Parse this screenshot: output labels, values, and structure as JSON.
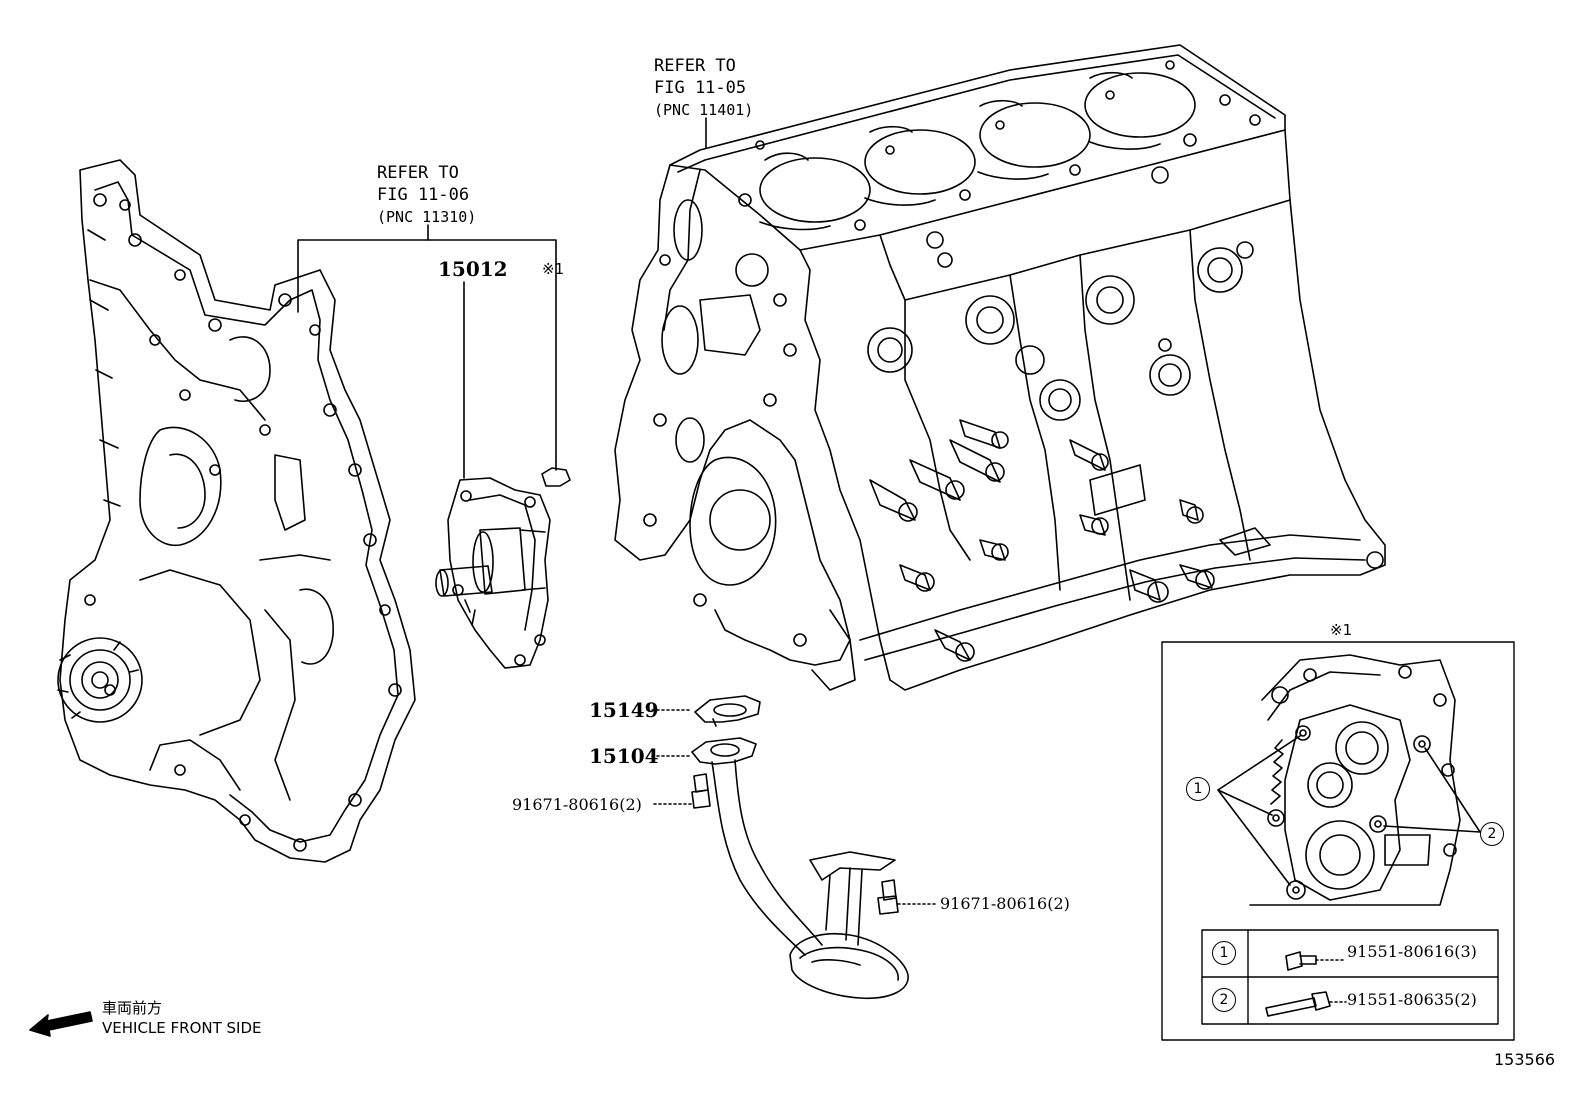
{
  "refs": {
    "fig_11_05": {
      "line1": "REFER TO",
      "line2": "FIG 11-05",
      "line3": "(PNC 11401)"
    },
    "fig_11_06": {
      "line1": "REFER TO",
      "line2": "FIG 11-06",
      "line3": "(PNC 11310)"
    }
  },
  "parts": {
    "water_pump": "15012",
    "asterisk_marker": "※1",
    "strainer_gasket": "15149",
    "oil_strainer": "15104",
    "bolt_left": "91671-80616(2)",
    "bolt_right": "91671-80616(2)"
  },
  "detail": {
    "title": "※1",
    "callout_1": "1",
    "callout_2": "2",
    "table": [
      {
        "num": "1",
        "part": "91551-80616(3)"
      },
      {
        "num": "2",
        "part": "91551-80635(2)"
      }
    ]
  },
  "direction": {
    "jp": "車両前方",
    "en": "VEHICLE FRONT SIDE"
  },
  "diagram_id": "153566"
}
